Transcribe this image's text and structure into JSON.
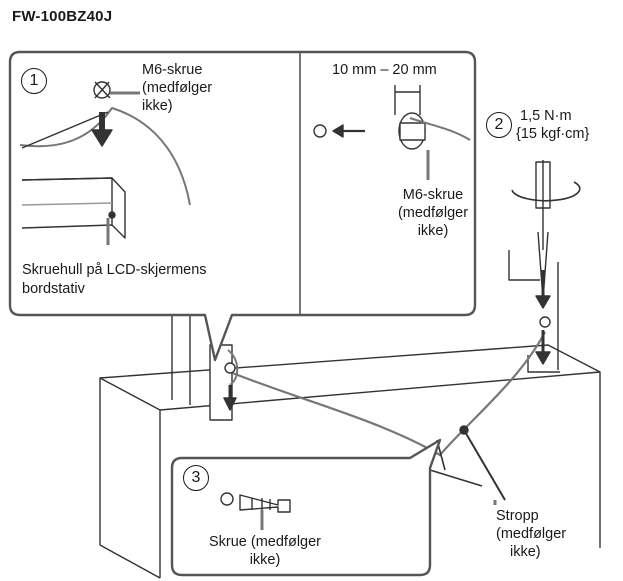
{
  "model": "FW-100BZ40J",
  "step1": {
    "number": "1",
    "screw": [
      "M6-skrue",
      "(medfølger",
      "ikke)"
    ],
    "hole": [
      "Skruehull på LCD-skjermens",
      "bordstativ"
    ]
  },
  "detail": {
    "range": "10 mm – 20 mm",
    "screw": [
      "M6-skrue",
      "(medfølger",
      "ikke)"
    ]
  },
  "step2": {
    "number": "2",
    "torque": [
      "1,5 N·m",
      "{15 kgf·cm}"
    ]
  },
  "step3": {
    "number": "3",
    "screw": [
      "Skrue (medfølger",
      "ikke)"
    ]
  },
  "strap": [
    "Stropp",
    "(medfølger",
    "ikke)"
  ]
}
